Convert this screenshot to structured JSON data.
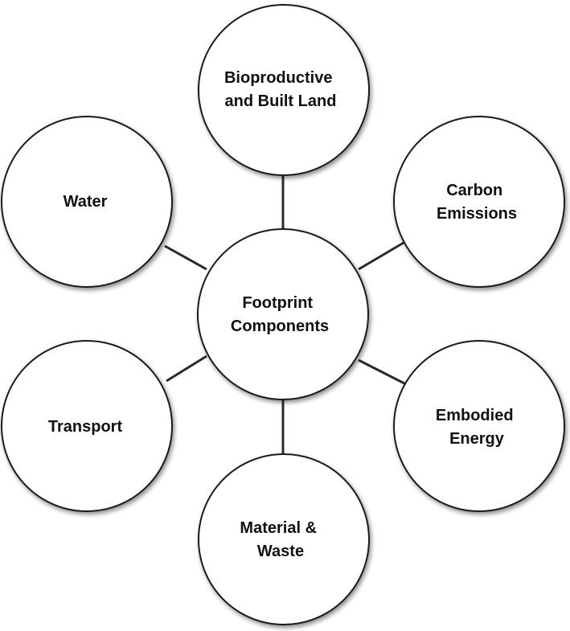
{
  "diagram": {
    "center": {
      "lines": [
        "Footprint",
        "Components"
      ]
    },
    "nodes": [
      {
        "id": "bioproductive",
        "lines": [
          "Bioproductive",
          "and Built Land"
        ]
      },
      {
        "id": "carbon",
        "lines": [
          "Carbon",
          "Emissions"
        ]
      },
      {
        "id": "embodied",
        "lines": [
          "Embodied",
          "Energy"
        ]
      },
      {
        "id": "material",
        "lines": [
          "Material &",
          "Waste"
        ]
      },
      {
        "id": "transport",
        "lines": [
          "Transport"
        ]
      },
      {
        "id": "water",
        "lines": [
          "Water"
        ]
      }
    ]
  }
}
